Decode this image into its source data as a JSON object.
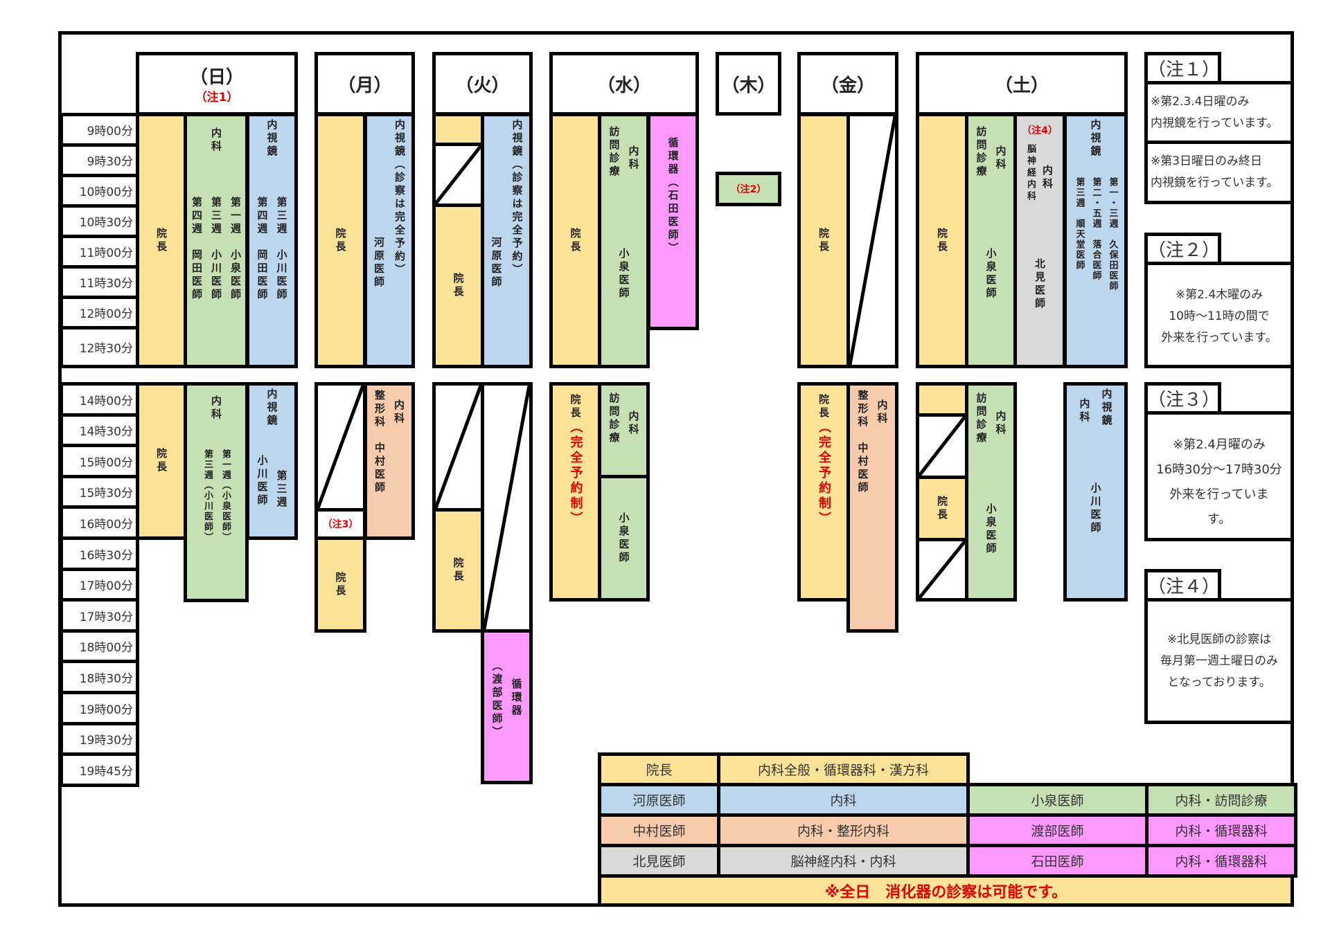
{
  "days": {
    "sun": {
      "label": "（日）",
      "note": "（注1）"
    },
    "mon": {
      "label": "（月）"
    },
    "tue": {
      "label": "（火）"
    },
    "wed": {
      "label": "（水）"
    },
    "thu": {
      "label": "（木）"
    },
    "fri": {
      "label": "（金）"
    },
    "sat": {
      "label": "（土）"
    }
  },
  "times_am": [
    "9時00分",
    "9時30分",
    "10時00分",
    "10時30分",
    "11時00分",
    "11時30分",
    "12時00分",
    "12時30分"
  ],
  "times_pm": [
    "14時00分",
    "14時30分",
    "15時00分",
    "15時30分",
    "16時00分",
    "16時30分",
    "17時00分",
    "17時30分",
    "18時00分",
    "18時30分",
    "19時00分",
    "19時30分",
    "19時45分"
  ],
  "blocks": {
    "director": "院長",
    "director_reserved": [
      "院長",
      "（完全予約制）"
    ],
    "sun_am_naika": {
      "head": "内科",
      "cols": [
        "第一週　小泉医師",
        "第三週　小川医師",
        "第四週　岡田医師"
      ]
    },
    "sun_am_endo": {
      "head": "内視鏡",
      "cols": [
        "第三週　小川医師",
        "第四週　岡田医師"
      ]
    },
    "sun_pm_naika": {
      "head": "内科",
      "cols": [
        "第一週（小泉医師）",
        "第三週（小川医師）"
      ]
    },
    "sun_pm_endo": {
      "cols": [
        "内視鏡",
        "第三週",
        "小川医師"
      ]
    },
    "mon_am_endo": {
      "cols": [
        "内視鏡（診察は完全予約）",
        "河原医師"
      ]
    },
    "mon_pm_ortho": {
      "cols": [
        "内科",
        "整形科　中村医師"
      ]
    },
    "tue_am_endo": {
      "cols": [
        "内視鏡（診察は完全予約）",
        "河原医師"
      ]
    },
    "tue_pm_cardio": {
      "cols": [
        "循環器",
        "（渡部医師）"
      ]
    },
    "wed_am_visit": {
      "cols": [
        "内科",
        "訪問診療"
      ],
      "doctor": "小泉医師"
    },
    "wed_am_cardio": "循環器（石田医師）",
    "wed_pm_visit": {
      "cols": [
        "内科",
        "訪問診療"
      ]
    },
    "wed_pm_doctor": "小泉医師",
    "thu_note": "（注2）",
    "mon_pm_note": "（注3）",
    "fri_pm_ortho": {
      "cols": [
        "内科",
        "整形科　中村医師"
      ]
    },
    "sat_am_visit": {
      "cols": [
        "内科",
        "訪問診療"
      ],
      "doctor": "小泉医師"
    },
    "sat_am_neuro": {
      "note": "（注4）",
      "cols": [
        "内科",
        "脳神経内科"
      ],
      "doctor": "北見医師"
    },
    "sat_am_endo": {
      "head": "内視鏡",
      "cols": [
        "第一・三週　久保田医師",
        "第二・五週　落合医師",
        "第三週　順天堂医師"
      ]
    },
    "sat_pm_visit": {
      "cols": [
        "内科",
        "訪問診療"
      ],
      "doctor": "小泉医師"
    },
    "sat_pm_endo": {
      "cols": [
        "内視鏡",
        "内科"
      ],
      "doctor": "小川医師"
    }
  },
  "notes": [
    {
      "tab": "（注１）",
      "lines": [
        "※第2.3.4日曜のみ",
        "内視鏡を行っています。"
      ],
      "lines2": [
        "※第3日曜日のみ終日",
        "内視鏡を行っています。"
      ]
    },
    {
      "tab": "（注２）",
      "lines": [
        "※第2.4木曜のみ",
        "10時～11時の間で",
        "外来を行っています。"
      ]
    },
    {
      "tab": "（注３）",
      "lines": [
        "※第2.4月曜のみ",
        "16時30分～17時30分",
        "外来を行っていま",
        "す。"
      ]
    },
    {
      "tab": "（注４）",
      "lines": [
        "※北見医師の診察は",
        "毎月第一週土曜日のみ",
        "となっております。"
      ]
    }
  ],
  "legend": {
    "rows": [
      [
        {
          "doctor": "院長",
          "dept": "内科全般・循環器科・漢方科",
          "color": "#fde397"
        }
      ],
      [
        {
          "doctor": "河原医師",
          "dept": "内科",
          "color": "#bcd6ee"
        },
        {
          "doctor": "小泉医師",
          "dept": "内科・訪問診療",
          "color": "#c6e0b4"
        }
      ],
      [
        {
          "doctor": "中村医師",
          "dept": "内科・整形内科",
          "color": "#f8cbad"
        },
        {
          "doctor": "渡部医師",
          "dept": "内科・循環器科",
          "color": "#ff99ff"
        }
      ],
      [
        {
          "doctor": "北見医師",
          "dept": "脳神経内科・内科",
          "color": "#d9d9d9"
        },
        {
          "doctor": "石田医師",
          "dept": "内科・循環器科",
          "color": "#ff99ff"
        }
      ]
    ],
    "footer": "※全日　消化器の診察は可能です。"
  },
  "colors": {
    "director": "#fde397",
    "kawahara": "#bcd6ee",
    "koizumi": "#c6e0b4",
    "cardio": "#ff99ff",
    "nakamura": "#f8cbad",
    "kitami": "#d9d9d9",
    "alert": "#e00000"
  }
}
